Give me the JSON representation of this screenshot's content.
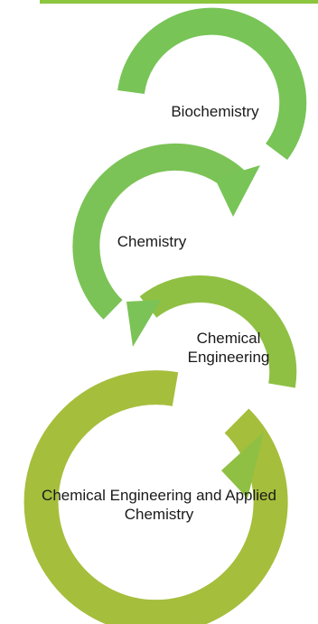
{
  "colors": {
    "top_bar": "#8cc63e",
    "stage_1": "#78c457",
    "stage_2": "#7bc356",
    "stage_3": "#8fc043",
    "stage_4": "#a5be3c"
  },
  "stages": [
    {
      "lines": [
        "Biochemistry"
      ]
    },
    {
      "lines": [
        "Chemistry"
      ]
    },
    {
      "lines": [
        "Chemical",
        "Engineering"
      ]
    },
    {
      "lines": [
        "Chemical Engineering and Applied",
        "Chemistry"
      ]
    }
  ]
}
